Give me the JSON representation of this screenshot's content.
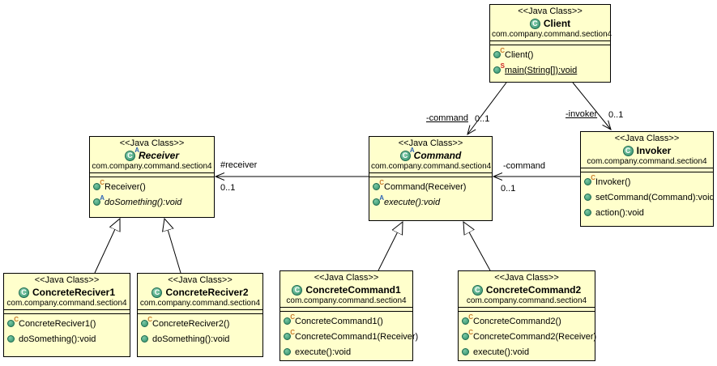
{
  "colors": {
    "box_fill": "#FFFFCC",
    "box_border": "#000000",
    "class_icon_green": "#3C9E74",
    "constructor_marker": "#C87A2B",
    "static_marker": "#CC2222",
    "abstract_marker": "#2E64B5",
    "line_color": "#000000",
    "background": "#FFFFFF"
  },
  "classes": {
    "client": {
      "stereotype": "<<Java Class>>",
      "name": "Client",
      "package": "com.company.command.section4",
      "abstract": false,
      "icon_letter": "C",
      "members": [
        {
          "kind": "constructor",
          "label": "Client()",
          "modifier": "C"
        },
        {
          "kind": "static-method",
          "label": "main(String[]):void",
          "modifier": "S",
          "underlined": true
        }
      ]
    },
    "invoker": {
      "stereotype": "<<Java Class>>",
      "name": "Invoker",
      "package": "com.company.command.section4",
      "abstract": false,
      "icon_letter": "C",
      "members": [
        {
          "kind": "constructor",
          "label": "Invoker()",
          "modifier": "C"
        },
        {
          "kind": "public-method",
          "label": "setCommand(Command):void"
        },
        {
          "kind": "public-method",
          "label": "action():void"
        }
      ]
    },
    "command": {
      "stereotype": "<<Java Class>>",
      "name": "Command",
      "package": "com.company.command.section4",
      "abstract": true,
      "icon_letter": "C",
      "icon_modifier": "A",
      "members": [
        {
          "kind": "constructor",
          "label": "Command(Receiver)",
          "modifier": "C"
        },
        {
          "kind": "abstract-method",
          "label": "execute():void",
          "modifier": "A",
          "italic": true
        }
      ]
    },
    "receiver": {
      "stereotype": "<<Java Class>>",
      "name": "Receiver",
      "package": "com.company.command.section4",
      "abstract": true,
      "icon_letter": "C",
      "icon_modifier": "A",
      "members": [
        {
          "kind": "constructor",
          "label": "Receiver()",
          "modifier": "C"
        },
        {
          "kind": "abstract-method",
          "label": "doSomething():void",
          "modifier": "A",
          "italic": true
        }
      ]
    },
    "concrete_reciver1": {
      "stereotype": "<<Java Class>>",
      "name": "ConcreteReciver1",
      "package": "com.company.command.section4",
      "abstract": false,
      "icon_letter": "C",
      "members": [
        {
          "kind": "constructor",
          "label": "ConcreteReciver1()",
          "modifier": "C"
        },
        {
          "kind": "public-method",
          "label": "doSomething():void"
        }
      ]
    },
    "concrete_reciver2": {
      "stereotype": "<<Java Class>>",
      "name": "ConcreteReciver2",
      "package": "com.company.command.section4",
      "abstract": false,
      "icon_letter": "C",
      "members": [
        {
          "kind": "constructor",
          "label": "ConcreteReciver2()",
          "modifier": "C"
        },
        {
          "kind": "public-method",
          "label": "doSomething():void"
        }
      ]
    },
    "concrete_command1": {
      "stereotype": "<<Java Class>>",
      "name": "ConcreteCommand1",
      "package": "com.company.command.section4",
      "abstract": false,
      "icon_letter": "C",
      "members": [
        {
          "kind": "constructor",
          "label": "ConcreteCommand1()",
          "modifier": "C"
        },
        {
          "kind": "constructor",
          "label": "ConcreteCommand1(Receiver)",
          "modifier": "C"
        },
        {
          "kind": "public-method",
          "label": "execute():void"
        }
      ]
    },
    "concrete_command2": {
      "stereotype": "<<Java Class>>",
      "name": "ConcreteCommand2",
      "package": "com.company.command.section4",
      "abstract": false,
      "icon_letter": "C",
      "members": [
        {
          "kind": "constructor",
          "label": "ConcreteCommand2()",
          "modifier": "C"
        },
        {
          "kind": "constructor",
          "label": "ConcreteCommand2(Receiver)",
          "modifier": "C"
        },
        {
          "kind": "public-method",
          "label": "execute():void"
        }
      ]
    }
  },
  "associations": {
    "client_command": {
      "from": "Client",
      "to": "Command",
      "label": "-command",
      "multiplicity": "0..1",
      "static": true
    },
    "client_invoker": {
      "from": "Client",
      "to": "Invoker",
      "label": "-invoker",
      "multiplicity": "0..1",
      "static": true
    },
    "command_receiver": {
      "from": "Command",
      "to": "Receiver",
      "label": "#receiver",
      "multiplicity": "0..1",
      "static": false
    },
    "invoker_command": {
      "from": "Invoker",
      "to": "Command",
      "label": "-command",
      "multiplicity": "0..1",
      "static": false
    }
  },
  "generalizations": [
    {
      "from": "ConcreteReciver1",
      "to": "Receiver"
    },
    {
      "from": "ConcreteReciver2",
      "to": "Receiver"
    },
    {
      "from": "ConcreteCommand1",
      "to": "Command"
    },
    {
      "from": "ConcreteCommand2",
      "to": "Command"
    }
  ]
}
